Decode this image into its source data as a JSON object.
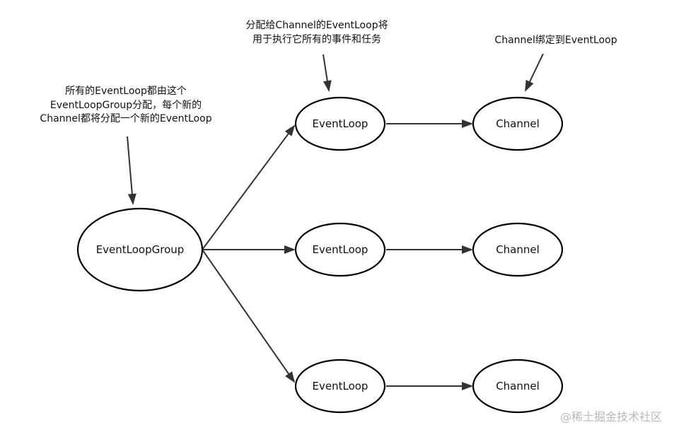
{
  "nodes": {
    "group": {
      "label": "EventLoopGroup"
    },
    "eventloop_top": {
      "label": "EventLoop"
    },
    "eventloop_mid": {
      "label": "EventLoop"
    },
    "eventloop_bot": {
      "label": "EventLoop"
    },
    "channel_top": {
      "label": "Channel"
    },
    "channel_mid": {
      "label": "Channel"
    },
    "channel_bot": {
      "label": "Channel"
    }
  },
  "annotations": {
    "group_note": [
      "所有的EventLoop都由这个",
      "EventLoopGroup分配，每个新的",
      "Channel都将分配一个新的EventLoop"
    ],
    "eventloop_note": [
      "分配给Channel的EventLoop将",
      "用于执行它所有的事件和任务"
    ],
    "channel_note": [
      "Channel绑定到EventLoop"
    ]
  },
  "watermark": "@稀土掘金技术社区",
  "colors": {
    "stroke": "#000000",
    "edge": "#333333",
    "text": "#111111",
    "watermark": "#b9b9b9",
    "background": "#ffffff"
  }
}
